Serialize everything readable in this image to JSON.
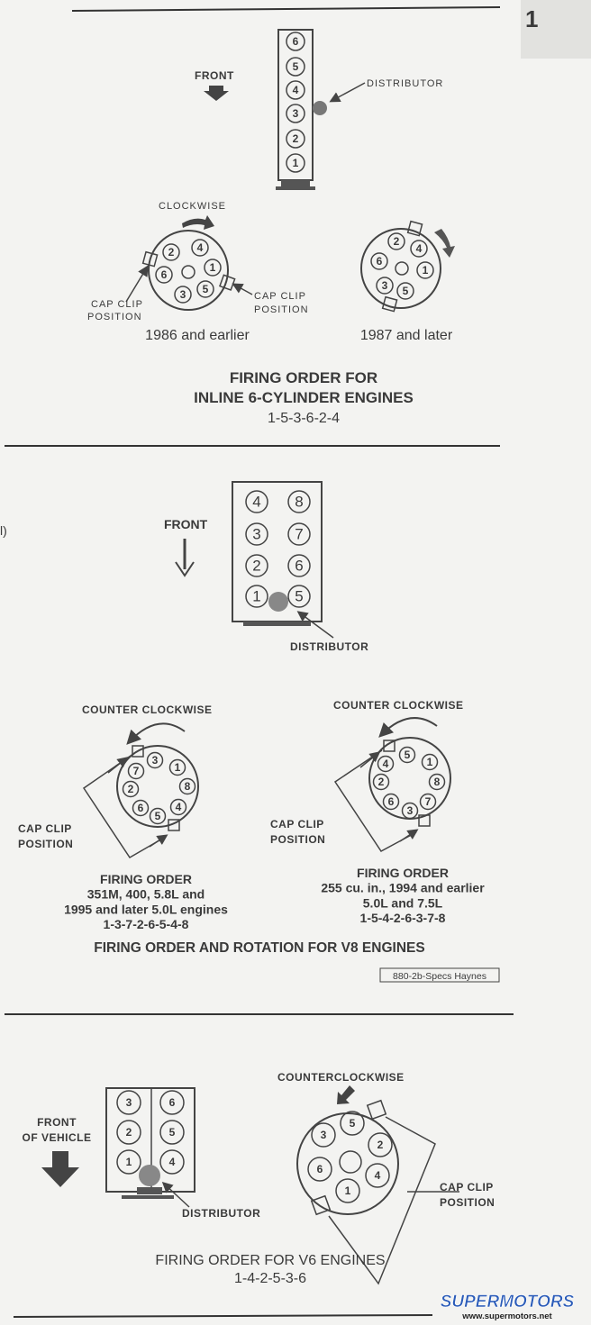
{
  "page_number": "1",
  "margin_fragment": "l)",
  "inline6": {
    "front": "FRONT",
    "distributor": "DISTRIBUTOR",
    "block_cylinders": [
      "6",
      "5",
      "4",
      "3",
      "2",
      "1"
    ],
    "clockwise": "CLOCKWISE",
    "cap_clip_line1": "CAP CLIP",
    "cap_clip_line2": "POSITION",
    "cap_early_cylinders": [
      "2",
      "4",
      "1",
      "5",
      "3",
      "6"
    ],
    "cap_late_cylinders": [
      "2",
      "4",
      "1",
      "5",
      "3",
      "6"
    ],
    "caption_early": "1986 and earlier",
    "caption_late": "1987 and later",
    "title_line1": "FIRING ORDER FOR",
    "title_line2": "INLINE 6-CYLINDER ENGINES",
    "firing_order": "1-5-3-6-2-4"
  },
  "v8": {
    "front": "FRONT",
    "distributor": "DISTRIBUTOR",
    "block_cylinders": [
      "4",
      "8",
      "3",
      "7",
      "2",
      "6",
      "1",
      "5"
    ],
    "counter_clockwise": "COUNTER CLOCKWISE",
    "cap_clip_line1": "CAP CLIP",
    "cap_clip_line2": "POSITION",
    "left_cap_cylinders": [
      "3",
      "1",
      "8",
      "4",
      "5",
      "6",
      "2",
      "7"
    ],
    "right_cap_cylinders": [
      "5",
      "1",
      "8",
      "7",
      "3",
      "6",
      "2",
      "4"
    ],
    "left_caption": [
      "FIRING ORDER",
      "351M, 400, 5.8L and",
      "1995 and later 5.0L engines",
      "1-3-7-2-6-5-4-8"
    ],
    "right_caption": [
      "FIRING ORDER",
      "255 cu. in., 1994 and earlier",
      "5.0L and 7.5L",
      "1-5-4-2-6-3-7-8"
    ],
    "title": "FIRING ORDER AND ROTATION FOR V8 ENGINES",
    "figure_ref": "880-2b-Specs Haynes"
  },
  "v6": {
    "front_line1": "FRONT",
    "front_line2": "OF VEHICLE",
    "distributor": "DISTRIBUTOR",
    "block_cylinders": [
      "3",
      "6",
      "2",
      "5",
      "1",
      "4"
    ],
    "counterclockwise": "COUNTERCLOCKWISE",
    "cap_clip_line1": "CAP CLIP",
    "cap_clip_line2": "POSITION",
    "cap_cylinders": [
      "5",
      "3",
      "2",
      "6",
      "4",
      "1"
    ],
    "title": "FIRING ORDER FOR V6 ENGINES",
    "firing_order": "1-4-2-5-3-6"
  },
  "watermark": {
    "logo": "SUPERMOTORS",
    "url": "www.supermotors.net"
  },
  "colors": {
    "ink": "#3a3a3a",
    "paper": "#f3f3f1",
    "logo_blue": "#2a5bb8",
    "logo_red": "#d0262a"
  }
}
